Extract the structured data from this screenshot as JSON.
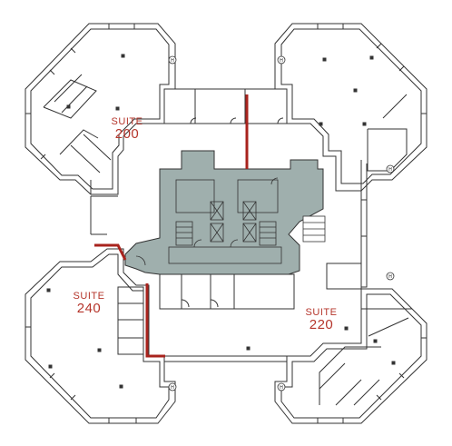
{
  "suites": [
    {
      "word": "SUITE",
      "number": "200"
    },
    {
      "word": "SUITE",
      "number": "240"
    },
    {
      "word": "SUITE",
      "number": "220"
    }
  ],
  "marker_letter": "H",
  "colors": {
    "wall": "#333333",
    "core_fill": "#9fafad",
    "demising_line": "#a8231d",
    "suite_text": "#b5352b",
    "background": "#ffffff"
  },
  "icons": [
    "fire-hose-cabinet-icon",
    "column-icon",
    "stair-icon",
    "elevator-icon",
    "door-swing-icon"
  ]
}
